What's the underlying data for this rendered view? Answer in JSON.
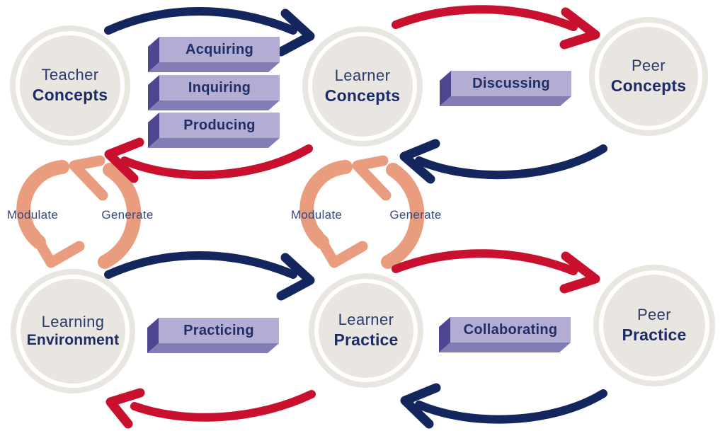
{
  "diagram": {
    "nodes": [
      {
        "id": "teacher-concepts",
        "line1": "Teacher",
        "line2": "Concepts"
      },
      {
        "id": "learner-concepts",
        "line1": "Learner",
        "line2": "Concepts"
      },
      {
        "id": "peer-concepts",
        "line1": "Peer",
        "line2": "Concepts"
      },
      {
        "id": "learning-environment",
        "line1": "Learning",
        "line2": "Environment"
      },
      {
        "id": "learner-practice",
        "line1": "Learner",
        "line2": "Practice"
      },
      {
        "id": "peer-practice",
        "line1": "Peer",
        "line2": "Practice"
      }
    ],
    "activity_boxes": [
      {
        "id": "acquiring",
        "label": "Acquiring"
      },
      {
        "id": "inquiring",
        "label": "Inquiring"
      },
      {
        "id": "producing",
        "label": "Producing"
      },
      {
        "id": "discussing",
        "label": "Discussing"
      },
      {
        "id": "practicing",
        "label": "Practicing"
      },
      {
        "id": "collaborating",
        "label": "Collaborating"
      }
    ],
    "cycle_labels": [
      {
        "id": "modulate-left",
        "label": "Modulate"
      },
      {
        "id": "generate-left",
        "label": "Generate"
      },
      {
        "id": "modulate-right",
        "label": "Modulate"
      },
      {
        "id": "generate-right",
        "label": "Generate"
      }
    ],
    "arrows": [
      {
        "from": "teacher-concepts",
        "to": "learner-concepts",
        "color": "navy"
      },
      {
        "from": "learner-concepts",
        "to": "teacher-concepts",
        "color": "red"
      },
      {
        "from": "learner-concepts",
        "to": "peer-concepts",
        "color": "red"
      },
      {
        "from": "peer-concepts",
        "to": "learner-concepts",
        "color": "navy"
      },
      {
        "from": "learning-environment",
        "to": "learner-practice",
        "color": "navy"
      },
      {
        "from": "learner-practice",
        "to": "learning-environment",
        "color": "red"
      },
      {
        "from": "learner-practice",
        "to": "peer-practice",
        "color": "red"
      },
      {
        "from": "peer-practice",
        "to": "learner-practice",
        "color": "navy"
      }
    ],
    "colors": {
      "navy": "#13265E",
      "red": "#C9102F",
      "salmon": "#EA9C7E",
      "circle_fill": "#E9E5E1",
      "box_front": "#B3ADD4",
      "box_side": "#4E4690",
      "box_bottom": "#837DB5",
      "text_navy": "#1B2C66",
      "label_blue": "#394977"
    }
  }
}
